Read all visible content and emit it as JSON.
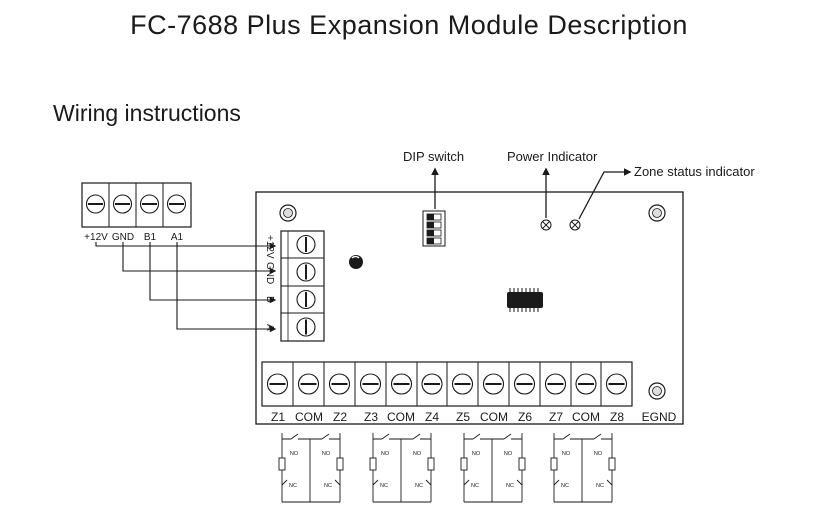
{
  "title": "FC-7688  Plus Expansion Module Description",
  "section_title": "Wiring instructions",
  "callouts": {
    "dip_switch": "DIP switch",
    "power_indicator": "Power Indicator",
    "zone_status_indicator": "Zone status indicator"
  },
  "external_terminal_labels": [
    "+12V",
    "GND",
    "B1",
    "A1"
  ],
  "board_side_labels": [
    "+12V",
    "GND",
    "B",
    "A"
  ],
  "bottom_terminal_labels": [
    "Z1",
    "COM",
    "Z2",
    "Z3",
    "COM",
    "Z4",
    "Z5",
    "COM",
    "Z6",
    "Z7",
    "COM",
    "Z8"
  ],
  "egnd_label": "EGND",
  "contact_labels": {
    "normally_open": "NO",
    "normally_closed": "NC"
  }
}
